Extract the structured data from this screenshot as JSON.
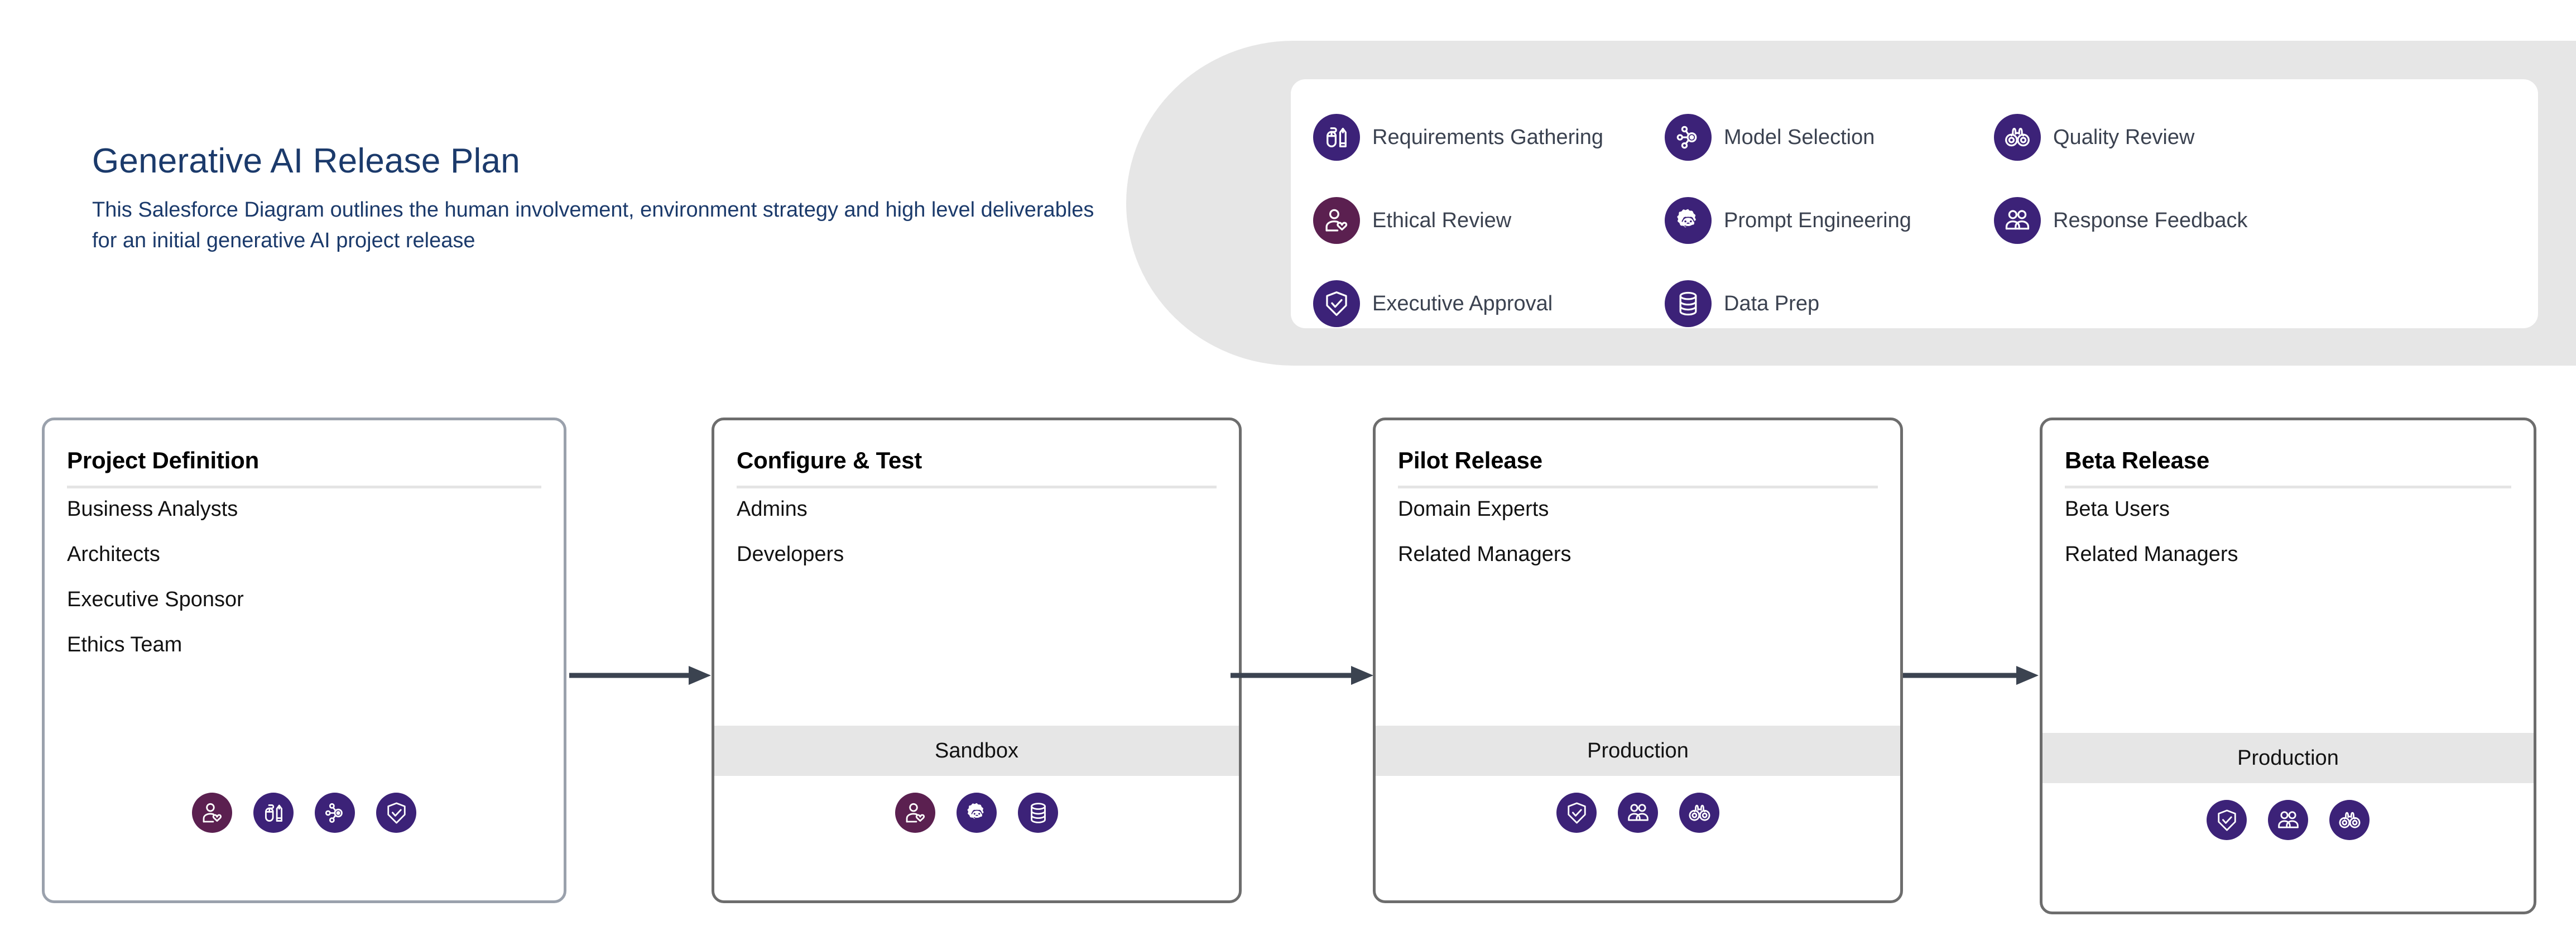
{
  "header": {
    "title": "Generative AI Release Plan",
    "subtitle": "This Salesforce Diagram outlines the human involvement, environment strategy and high level deliverables for an initial generative AI project release"
  },
  "colors": {
    "title_blue": "#1b3a6b",
    "badge_purple": "#3c2278",
    "badge_plum": "#5b2050",
    "banner_gray": "#e6e6e6",
    "card_border_light": "#9aa1ac",
    "card_border_dark": "#6d6d6d",
    "arrow_color": "#3b4350",
    "label_gray": "#3b4250"
  },
  "legend": {
    "items": [
      {
        "label": "Requirements Gathering",
        "icon": "requirements-gathering-icon",
        "color": "#3c2278"
      },
      {
        "label": "Model Selection",
        "icon": "model-selection-icon",
        "color": "#3c2278"
      },
      {
        "label": "Quality Review",
        "icon": "quality-review-icon",
        "color": "#3c2278"
      },
      {
        "label": "Ethical Review",
        "icon": "ethical-review-icon",
        "color": "#5b2050"
      },
      {
        "label": "Prompt Engineering",
        "icon": "prompt-engineering-icon",
        "color": "#3c2278"
      },
      {
        "label": "Response Feedback",
        "icon": "response-feedback-icon",
        "color": "#3c2278"
      },
      {
        "label": "Executive Approval",
        "icon": "executive-approval-icon",
        "color": "#3c2278"
      },
      {
        "label": "Data Prep",
        "icon": "data-prep-icon",
        "color": "#3c2278"
      }
    ]
  },
  "stages": [
    {
      "title": "Project Definition",
      "roles": [
        "Business Analysts",
        "Architects",
        "Executive Sponsor",
        "Ethics Team"
      ],
      "environment": null,
      "icons": [
        {
          "icon": "ethical-review-icon",
          "color": "#5b2050"
        },
        {
          "icon": "requirements-gathering-icon",
          "color": "#3c2278"
        },
        {
          "icon": "model-selection-icon",
          "color": "#3c2278"
        },
        {
          "icon": "executive-approval-icon",
          "color": "#3c2278"
        }
      ]
    },
    {
      "title": "Configure & Test",
      "roles": [
        "Admins",
        "Developers"
      ],
      "environment": "Sandbox",
      "icons": [
        {
          "icon": "ethical-review-icon",
          "color": "#5b2050"
        },
        {
          "icon": "prompt-engineering-icon",
          "color": "#3c2278"
        },
        {
          "icon": "data-prep-icon",
          "color": "#3c2278"
        }
      ]
    },
    {
      "title": "Pilot Release",
      "roles": [
        "Domain Experts",
        "Related Managers"
      ],
      "environment": "Production",
      "icons": [
        {
          "icon": "executive-approval-icon",
          "color": "#3c2278"
        },
        {
          "icon": "response-feedback-icon",
          "color": "#3c2278"
        },
        {
          "icon": "quality-review-icon",
          "color": "#3c2278"
        }
      ]
    },
    {
      "title": "Beta Release",
      "roles": [
        "Beta Users",
        "Related Managers"
      ],
      "environment": "Production",
      "icons": [
        {
          "icon": "executive-approval-icon",
          "color": "#3c2278"
        },
        {
          "icon": "response-feedback-icon",
          "color": "#3c2278"
        },
        {
          "icon": "quality-review-icon",
          "color": "#3c2278"
        }
      ]
    }
  ],
  "flow": {
    "arrows": [
      "stage-1-to-2",
      "stage-2-to-3",
      "stage-3-to-4"
    ]
  }
}
